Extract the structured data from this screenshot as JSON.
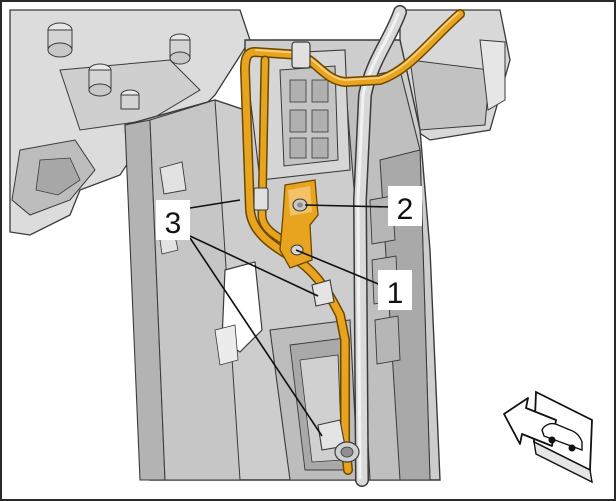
{
  "diagram": {
    "callouts": [
      {
        "id": "1",
        "label": "1"
      },
      {
        "id": "2",
        "label": "2"
      },
      {
        "id": "3",
        "label": "3"
      }
    ],
    "colors": {
      "frame": "#2a2a2a",
      "cable": "#e8a41e",
      "cable_dark": "#b8780c",
      "part_light": "#dedede",
      "part_mid": "#c4c4c4",
      "part_dark": "#9a9a9a",
      "outline": "#3a3a3a",
      "background": "#ffffff"
    },
    "icons": {
      "direction_indicator": "car-direction-arrow-icon"
    }
  }
}
